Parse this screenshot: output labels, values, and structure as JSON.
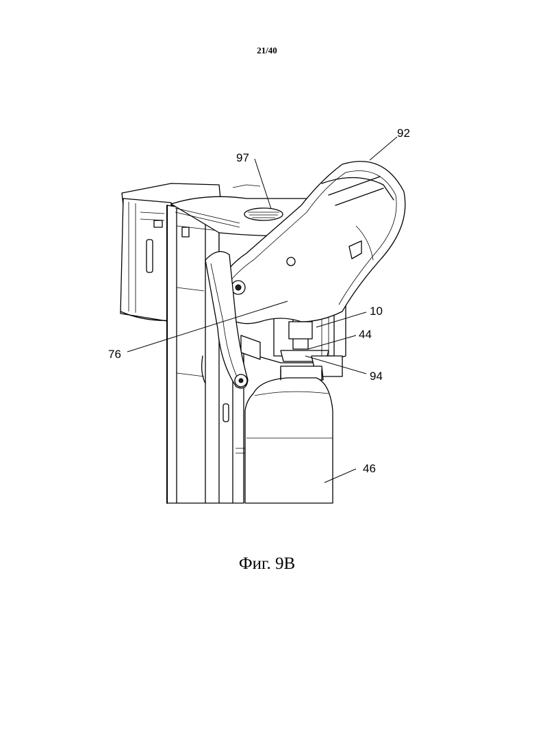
{
  "page": {
    "number": "21/40"
  },
  "figure": {
    "caption": "Фиг. 9В",
    "reference_numerals": {
      "r92": "92",
      "r97": "97",
      "r10": "10",
      "r44": "44",
      "r76": "76",
      "r94": "94",
      "r46": "46"
    }
  }
}
